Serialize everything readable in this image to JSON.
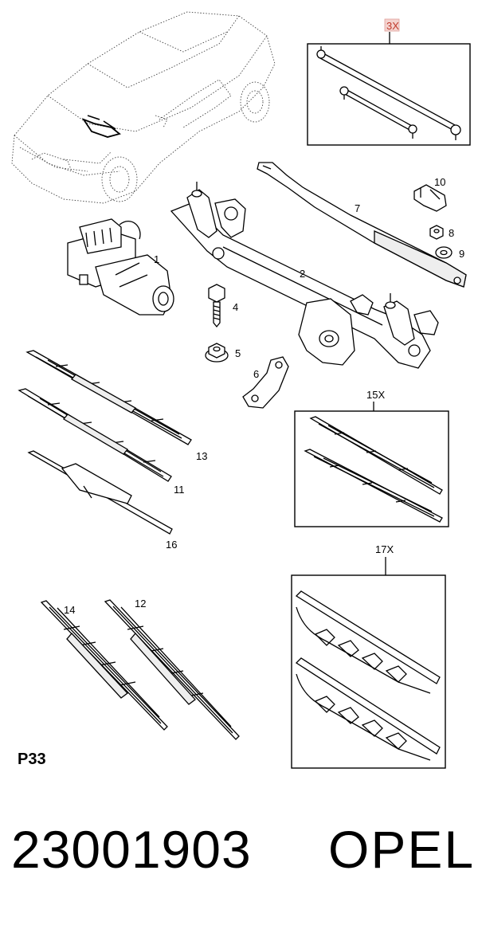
{
  "labels": {
    "item1": "1",
    "item2": "2",
    "item4": "4",
    "item5": "5",
    "item6": "6",
    "item7": "7",
    "item8": "8",
    "item9": "9",
    "item10": "10",
    "item11": "11",
    "item12": "12",
    "item13": "13",
    "item14": "14",
    "item16": "16"
  },
  "boxes": {
    "rods_qty": "3X",
    "blades_qty": "15X",
    "blades_alt_qty": "17X"
  },
  "diagram_code": "P33",
  "part_number": "23001903",
  "brand": "OPEL",
  "colors": {
    "highlight_tag": "#c0392b",
    "line": "#000000"
  }
}
